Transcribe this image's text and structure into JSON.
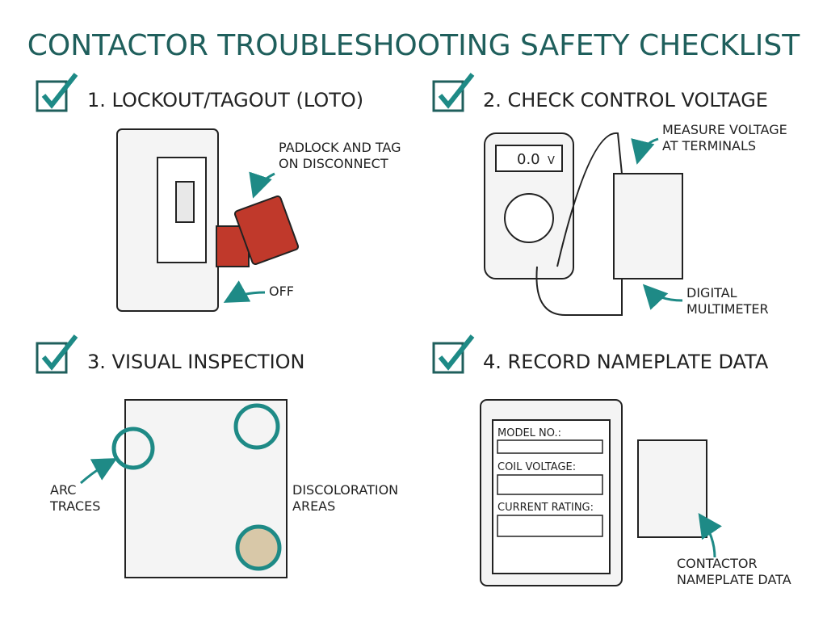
{
  "title": "CONTACTOR TROUBLESHOOTING SAFETY CHECKLIST",
  "colors": {
    "accent": "#1e8a86",
    "ink": "#222222",
    "tag_red": "#c0392b"
  },
  "steps": [
    {
      "heading": "1. LOCKOUT/TAGOUT (LOTO)",
      "callouts": [
        "PADLOCK AND TAG",
        "ON DISCONNECT",
        "OFF"
      ]
    },
    {
      "heading": "2. CHECK CONTROL VOLTAGE",
      "callouts": [
        "MEASURE VOLTAGE",
        "AT TERMINALS",
        "DIGITAL",
        "MULTIMETER"
      ],
      "meter_reading": "0.0",
      "meter_unit": "V"
    },
    {
      "heading": "3. VISUAL INSPECTION",
      "callouts": [
        "ARC",
        "TRACES",
        "DISCOLORATION",
        "AREAS"
      ]
    },
    {
      "heading": "4. RECORD NAMEPLATE DATA",
      "callouts": [
        "CONTACTOR",
        "NAMEPLATE DATA"
      ],
      "fields": [
        "MODEL NO.:",
        "COIL VOLTAGE:",
        "CURRENT RATING:"
      ]
    }
  ]
}
